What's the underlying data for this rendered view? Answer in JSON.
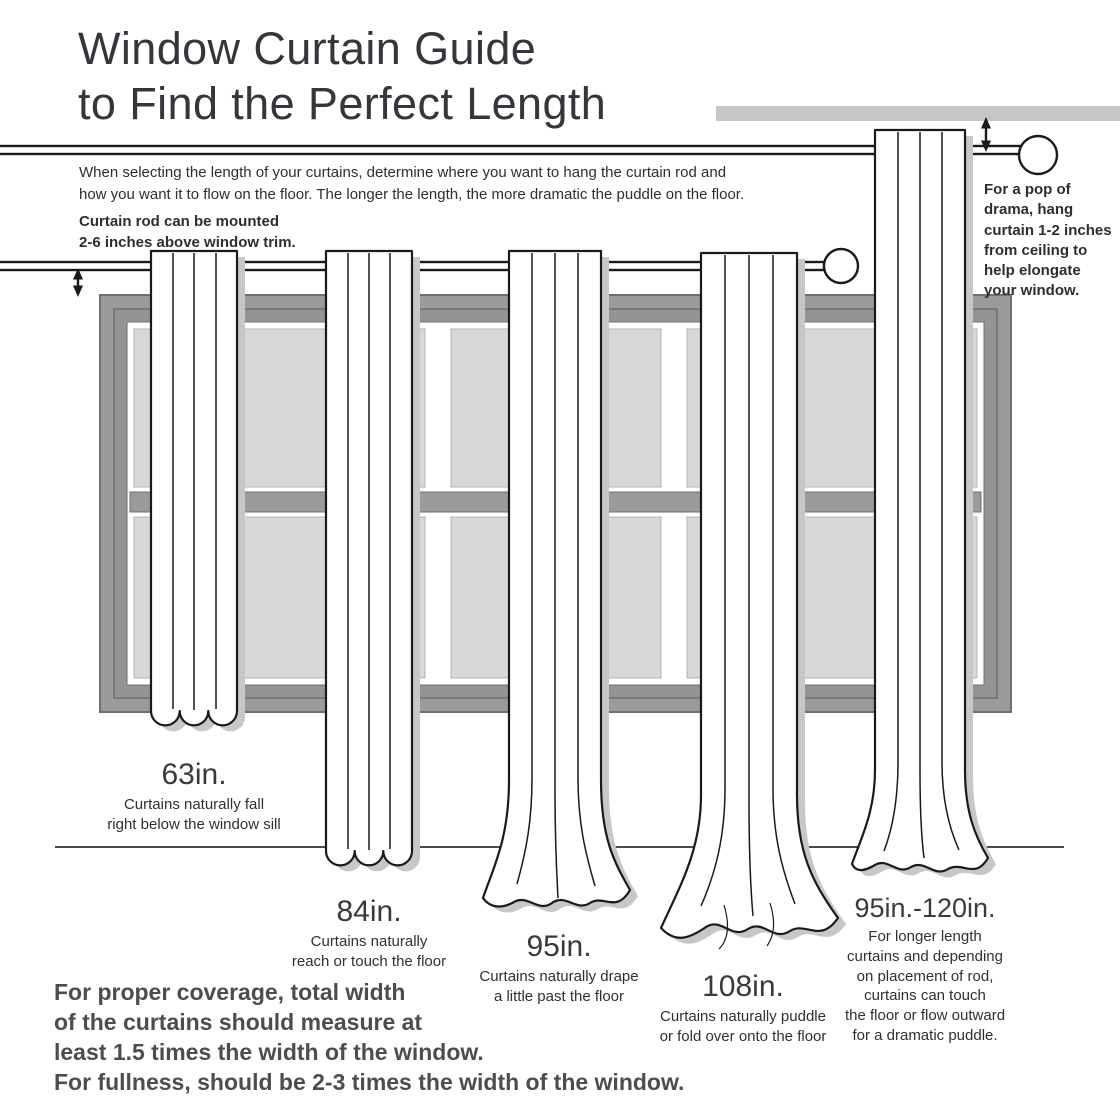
{
  "title": "Window Curtain Guide\nto Find the Perfect Length",
  "intro": "When selecting the length of your curtains, determine where you want to hang the curtain rod and\nhow you want it to flow on the floor. The longer the length, the more dramatic the puddle on the floor.",
  "rod_note": "Curtain rod can be mounted\n2-6 inches above window trim.",
  "ceiling_note": "For a pop of\ndrama, hang\ncurtain 1-2 inches\nfrom ceiling to\nhelp elongate\nyour window.",
  "curtains": [
    {
      "length": "63in.",
      "caption": "Curtains naturally fall\nright below the window sill"
    },
    {
      "length": "84in.",
      "caption": "Curtains naturally\nreach or touch the floor"
    },
    {
      "length": "95in.",
      "caption": "Curtains naturally drape\na little past the floor"
    },
    {
      "length": "108in.",
      "caption": "Curtains naturally puddle\nor fold over onto the floor"
    },
    {
      "length": "95in.-120in.",
      "caption": "For longer length\ncurtains and depending\non placement of rod,\ncurtains can touch\nthe floor or flow outward\nfor a dramatic puddle."
    }
  ],
  "footer": "For proper coverage, total width\nof the curtains should measure at\nleast 1.5 times the width of the window.\nFor fullness, should be 2-3 times the width of the window.",
  "colors": {
    "outline": "#1a1a1a",
    "frame-gray": "#9b9b9b",
    "frame-inner": "#949494",
    "frame-stroke": "#6f6f6f",
    "pane-gray": "#d8d8d8",
    "ceiling-bar": "#c6c6c6",
    "shadow-gray": "#c7c7c7",
    "text-dark": "#2e2e2e",
    "title-color": "#33363b",
    "footer-color": "#4d4d4d",
    "floor-color": "#4a4a4a"
  }
}
